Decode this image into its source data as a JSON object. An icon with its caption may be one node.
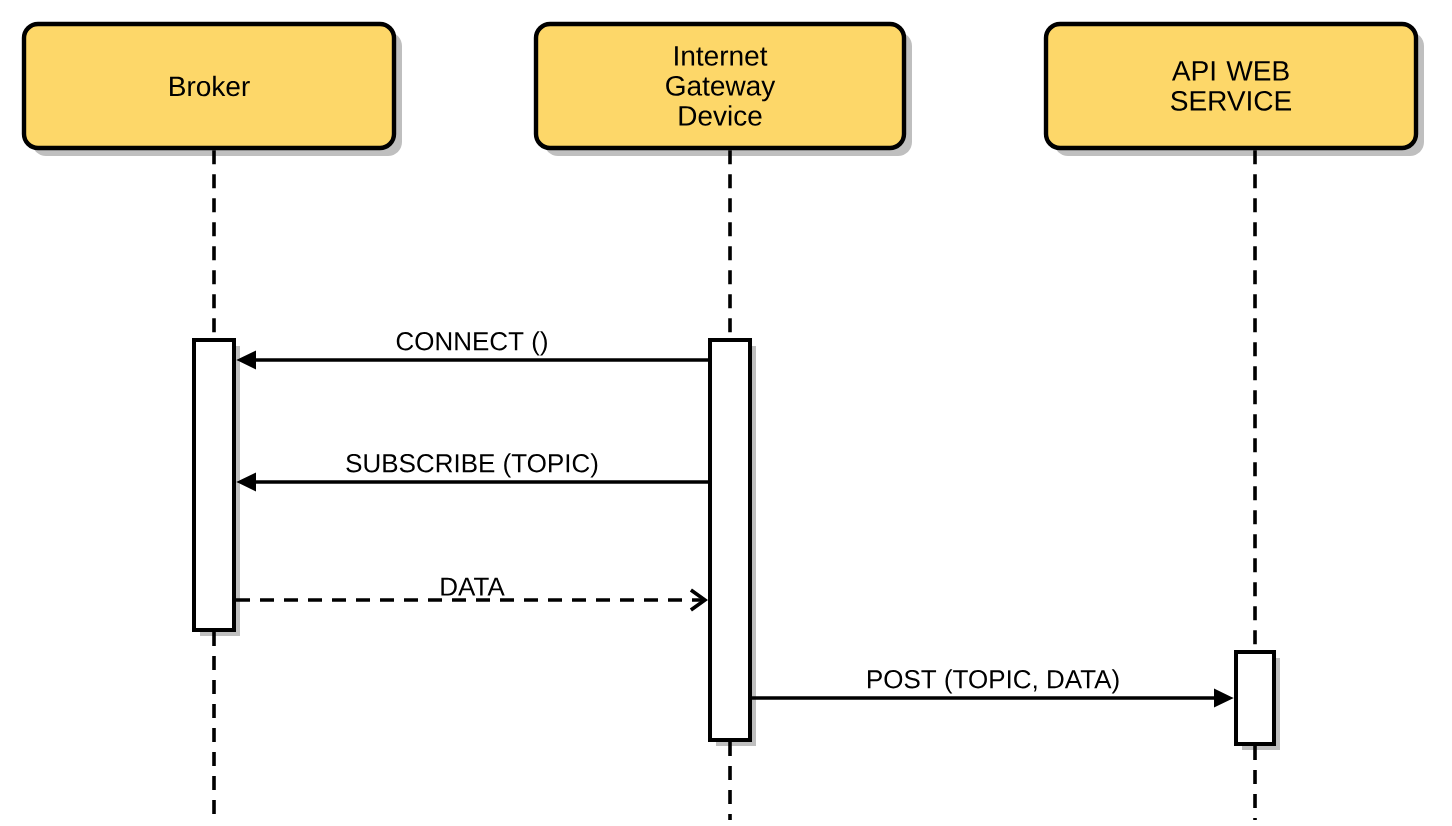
{
  "diagram": {
    "nodes": [
      {
        "text": [
          "Broker"
        ]
      },
      {
        "text": [
          "Internet Gateway Device"
        ]
      },
      {
        "text": [
          "API WEB SERVICE"
        ]
      },
      {
        "text": [],
        "shape": "bar"
      },
      {
        "text": [],
        "shape": "bar"
      },
      {
        "text": [],
        "shape": "bar"
      }
    ],
    "edges": [
      {
        "from": 0,
        "to": 3,
        "arrow": "none",
        "style": "dashed"
      },
      {
        "from": 1,
        "to": 4,
        "arrow": "none",
        "style": "dashed"
      },
      {
        "from": 2,
        "to": 5,
        "arrow": "none",
        "style": "dashed"
      },
      {
        "from": 3,
        "to": null,
        "arrow": "none",
        "style": "dashed"
      },
      {
        "from": 4,
        "to": null,
        "arrow": "none",
        "style": "dashed"
      },
      {
        "from": 5,
        "to": null,
        "arrow": "none",
        "style": "dashed"
      },
      {
        "from": 4,
        "to": 3,
        "arrow": "to",
        "label": "CONNECT ()"
      },
      {
        "from": 4,
        "to": 3,
        "arrow": "to",
        "label": "SUBSCRIBE (TOPIC)"
      },
      {
        "from": 3,
        "to": 4,
        "arrow": "to",
        "label": "DATA",
        "style": "dashed"
      },
      {
        "from": 4,
        "to": 5,
        "arrow": "to",
        "label": "POST (TOPIC, DATA)"
      }
    ]
  }
}
